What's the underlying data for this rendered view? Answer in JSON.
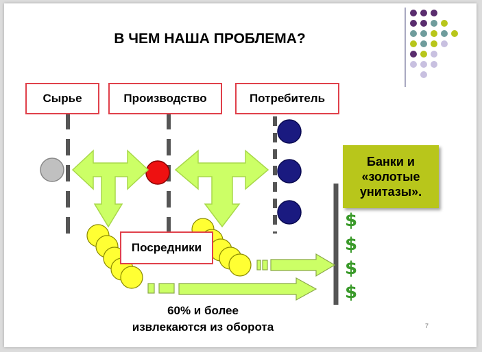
{
  "title": "В ЧЕМ НАША ПРОБЛЕМА?",
  "labels": {
    "raw": "Сырье",
    "production": "Производство",
    "consumer": "Потребитель",
    "intermediaries": "Посредники"
  },
  "banks": {
    "line1": "Банки и",
    "line2": "«золотые",
    "line3": "унитазы»."
  },
  "dollar_sign": "$",
  "caption": {
    "line1": "60% и более",
    "line2": "извлекаются из оборота"
  },
  "page_number": "7",
  "colors": {
    "arrow_fill": "#ccff66",
    "coin_fill": "#ffff33",
    "label_border": "#e0404a",
    "banks_bg": "#b8c61b",
    "dollar": "#3a9a2a",
    "consumer_dot": "#1a1a80",
    "production_dot": "#ee1111",
    "raw_dot": "#c0c0c0",
    "dots_purple": "#5a2d6e",
    "dots_teal": "#6f9c9c",
    "dots_olive": "#b8c61b",
    "dots_lavender": "#c8c0e0"
  }
}
